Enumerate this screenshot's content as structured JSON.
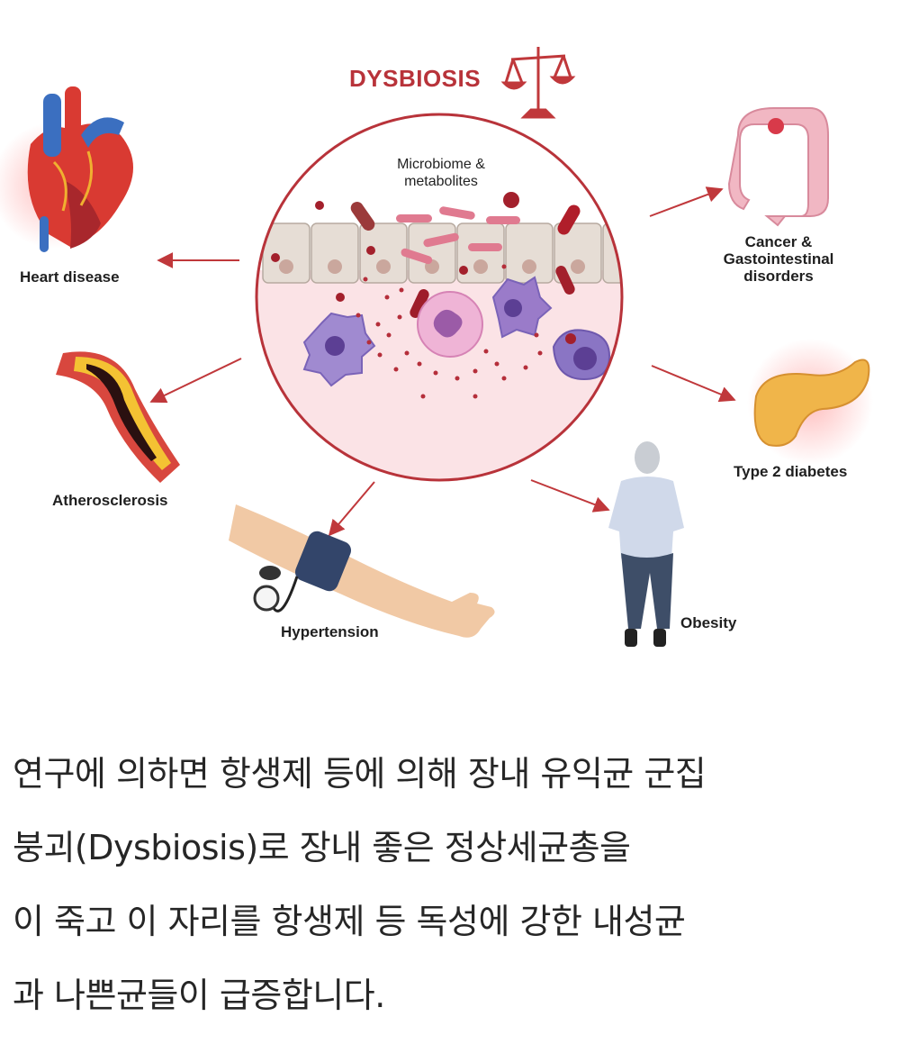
{
  "diagram": {
    "title": "DYSBIOSIS",
    "center_label": "Microbiome & metabolites",
    "center_label_lines": [
      "Microbiome &",
      "metabolites"
    ],
    "conditions": {
      "heart": "Heart disease",
      "athero": "Atherosclerosis",
      "hyper": "Hypertension",
      "obesity": "Obesity",
      "diabetes": "Type 2 diabetes",
      "cancer_lines": [
        "Cancer &",
        "Gastointestinal",
        "disorders"
      ]
    },
    "colors": {
      "accent": "#b8333a",
      "arrow": "#c0383b",
      "circle_fill": "#fbe3e6",
      "epithelium": "#e6ddd5"
    }
  },
  "caption": {
    "lines": [
      "연구에 의하면 항생제 등에 의해 장내 유익균 군집",
      "붕괴(Dysbiosis)로 장내 좋은 정상세균총을",
      "이 죽고 이 자리를 항생제 등 독성에 강한 내성균",
      "과 나쁜균들이 급증합니다."
    ]
  }
}
